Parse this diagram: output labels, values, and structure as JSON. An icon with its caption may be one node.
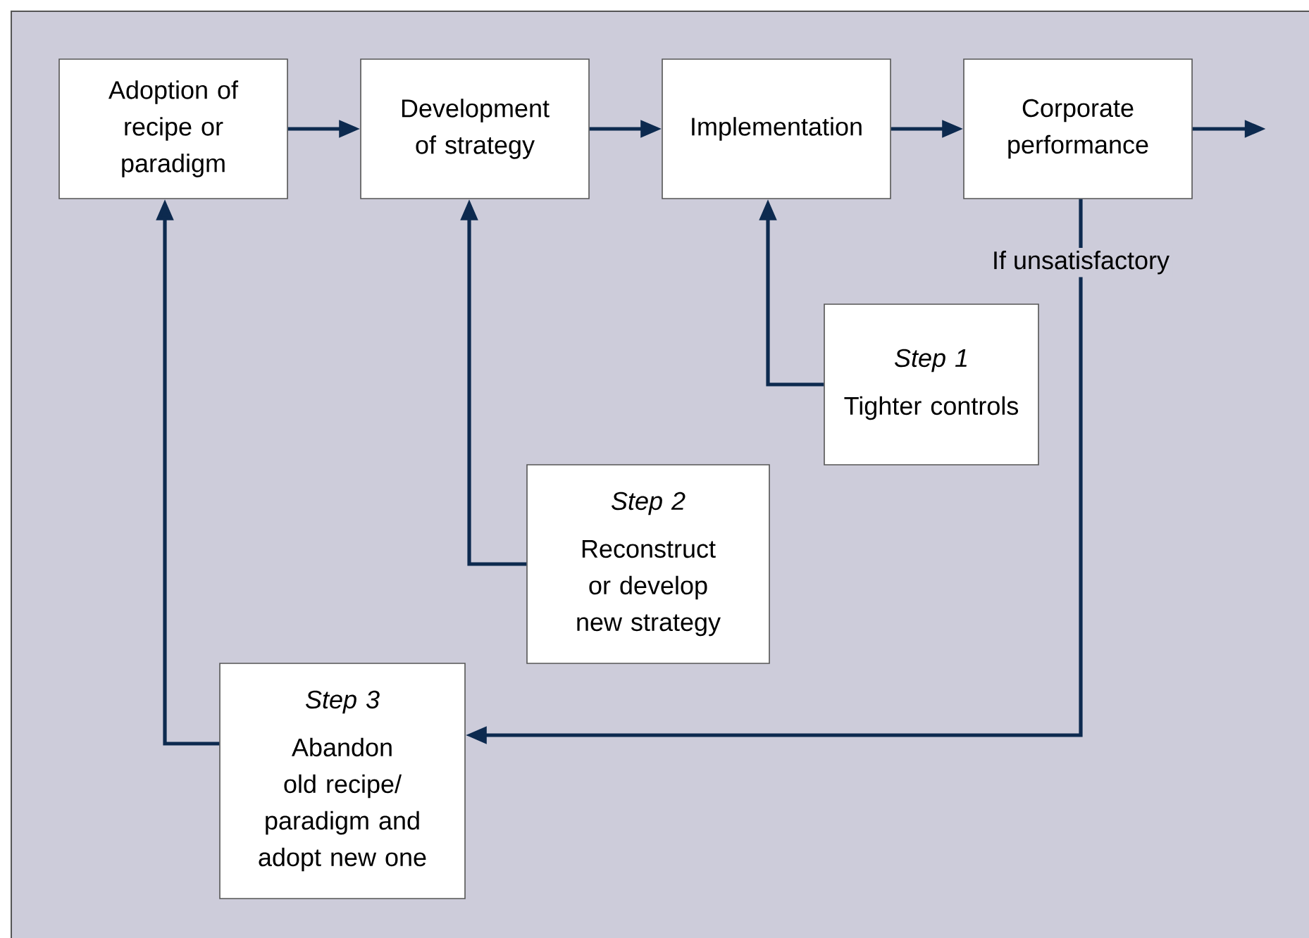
{
  "diagram": {
    "nodes": [
      {
        "text": [
          "Adoption of recipe or paradigm"
        ]
      },
      {
        "text": [
          "Development of strategy"
        ]
      },
      {
        "text": [
          "Implementation"
        ]
      },
      {
        "text": [
          "Corporate performance"
        ]
      },
      {
        "text": [
          "Step 1",
          "Tighter controls"
        ]
      },
      {
        "text": [
          "Step 2",
          "Reconstruct or develop new strategy"
        ]
      },
      {
        "text": [
          "Step 3",
          "Abandon old recipe/ paradigm and adopt new one"
        ]
      }
    ],
    "edges": [
      {
        "from": 0,
        "to": 1,
        "arrow": "to"
      },
      {
        "from": 1,
        "to": 2,
        "arrow": "to"
      },
      {
        "from": 2,
        "to": 3,
        "arrow": "to"
      },
      {
        "from": 3,
        "to": null,
        "arrow": "to"
      },
      {
        "from": 4,
        "to": 2,
        "arrow": "to"
      },
      {
        "from": 5,
        "to": 1,
        "arrow": "to"
      },
      {
        "from": 6,
        "to": 0,
        "arrow": "to"
      },
      {
        "from": 3,
        "to": 6,
        "arrow": "to",
        "label": "If unsatisfactory"
      }
    ]
  }
}
